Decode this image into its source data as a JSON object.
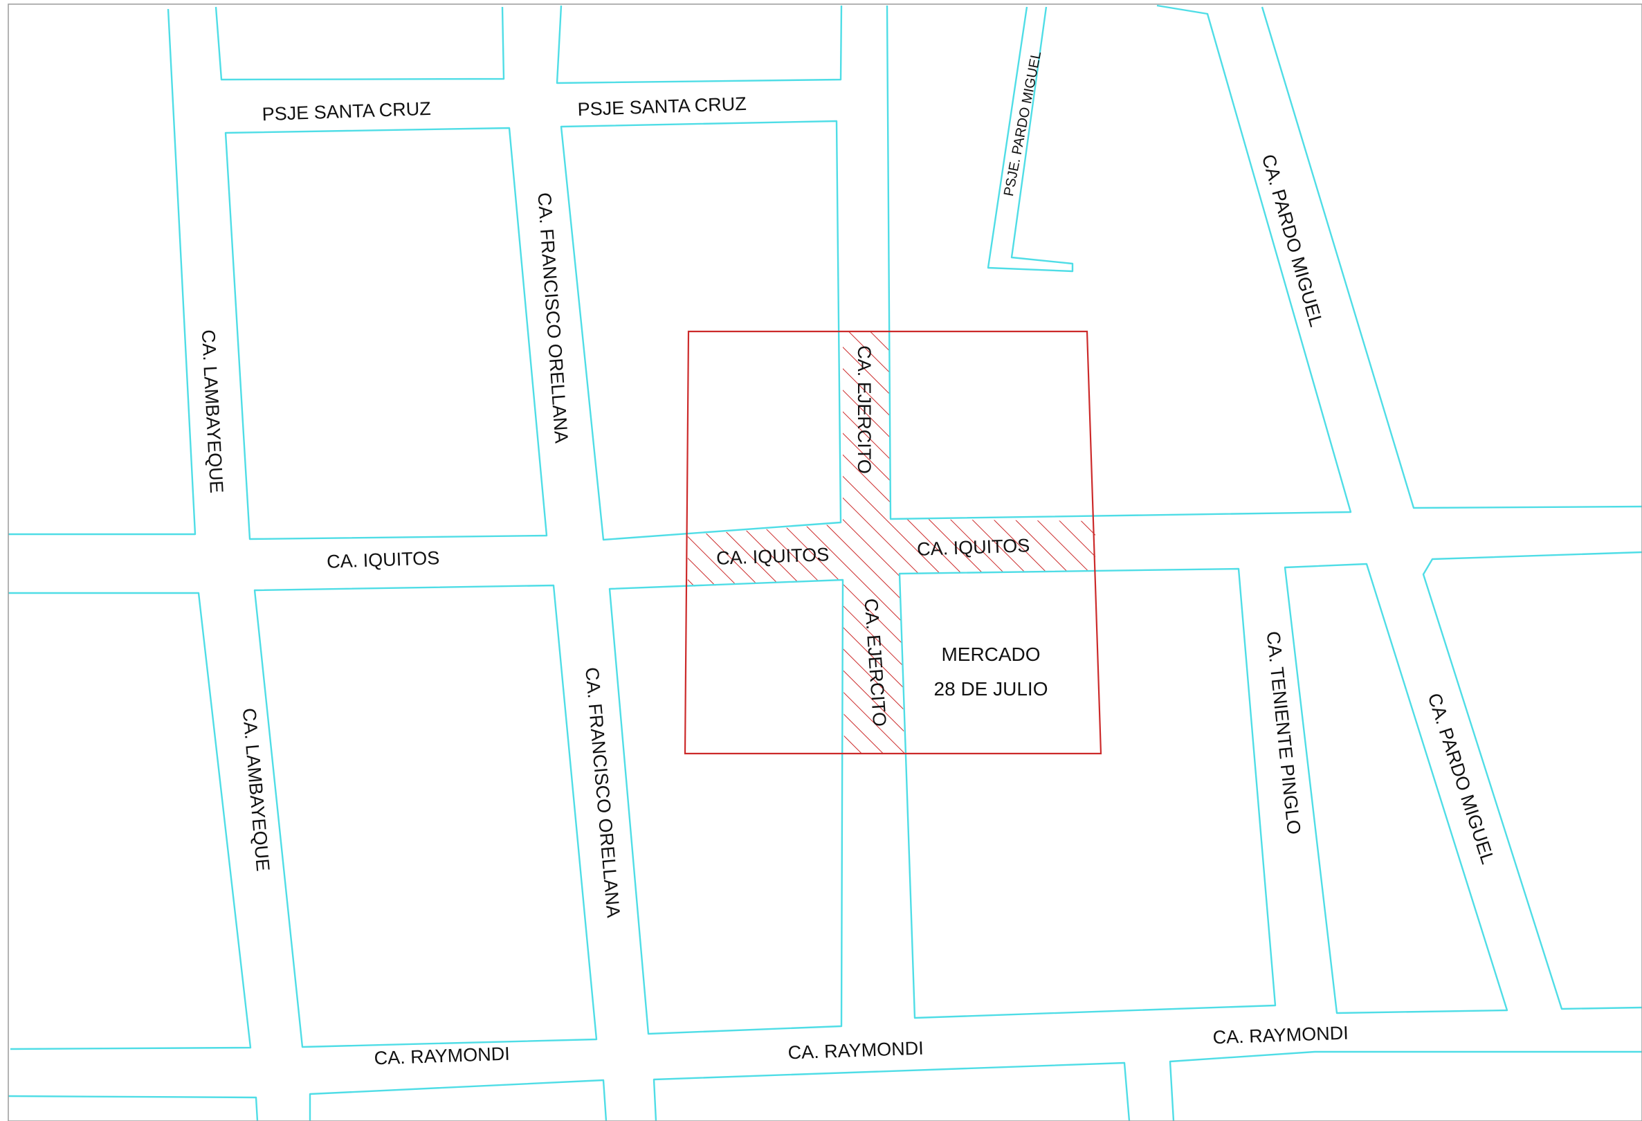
{
  "map": {
    "colors": {
      "street_lines": "#4fdde6",
      "intervention_zone": "#cc2a2a",
      "labels": "#111111",
      "background": "#ffffff"
    },
    "streets": {
      "psje_santa_cruz_w": "PSJE SANTA CRUZ",
      "psje_santa_cruz_e": "PSJE SANTA CRUZ",
      "psje_pardo_miguel": "PSJE. PARDO MIGUEL",
      "ca_pardo_miguel_n": "CA. PARDO MIGUEL",
      "ca_pardo_miguel_s": "CA. PARDO MIGUEL",
      "ca_lambayeque_n": "CA. LAMBAYEQUE",
      "ca_lambayeque_s": "CA. LAMBAYEQUE",
      "ca_francisco_orellana_n": "CA. FRANCISCO ORELLANA",
      "ca_francisco_orellana_s": "CA. FRANCISCO ORELLANA",
      "ca_ejercito_n": "CA. EJERCITO",
      "ca_ejercito_s": "CA. EJERCITO",
      "ca_iquitos_w": "CA. IQUITOS",
      "ca_iquitos_mid": "CA. IQUITOS",
      "ca_iquitos_e": "CA. IQUITOS",
      "ca_teniente_pinglo": "CA. TENIENTE PINGLO",
      "ca_raymondi_w": "CA. RAYMONDI",
      "ca_raymondi_mid": "CA. RAYMONDI",
      "ca_raymondi_e": "CA. RAYMONDI"
    },
    "landmarks": {
      "market_line1": "MERCADO",
      "market_line2": "28 DE JULIO"
    }
  }
}
